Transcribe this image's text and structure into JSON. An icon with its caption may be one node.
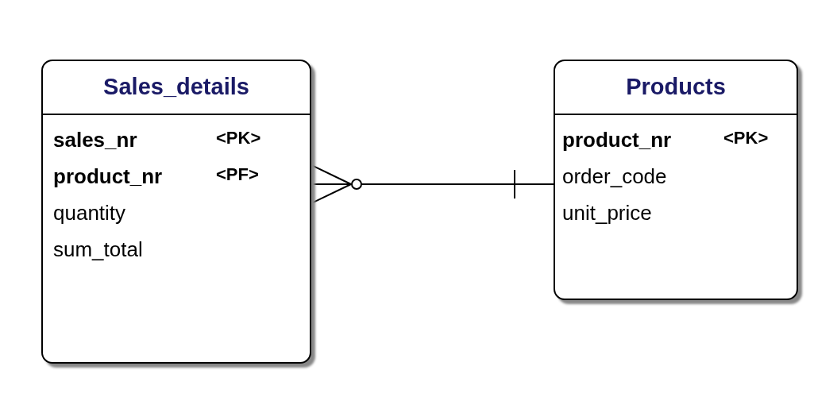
{
  "diagram": {
    "nodes": [
      {
        "text": [
          "Sales_details",
          "sales_nr",
          "<PK>",
          "product_nr",
          "<PF>",
          "quantity",
          "sum_total"
        ]
      },
      {
        "text": [
          "Products",
          "product_nr",
          "<PK>",
          "order_code",
          "unit_price"
        ]
      }
    ],
    "edges": [
      {
        "from": 0,
        "to": 1,
        "arrow": "other"
      }
    ]
  }
}
